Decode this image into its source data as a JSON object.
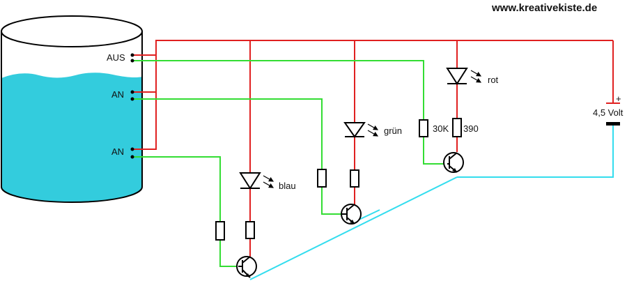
{
  "site": "www.kreativekiste.de",
  "tank": {
    "labels": {
      "aus": "AUS",
      "an_mid": "AN",
      "an_low": "AN"
    },
    "water_color": "#33ccdd"
  },
  "wires": {
    "plus_color": "#e02020",
    "sense_color": "#33dd33",
    "ground_color": "#33ddee"
  },
  "leds": {
    "blue": "blau",
    "green": "grün",
    "red": "rot"
  },
  "resistors": {
    "base_red": "30K",
    "led_red": "390"
  },
  "battery": {
    "plus": "+",
    "voltage": "4,5 Volt"
  }
}
